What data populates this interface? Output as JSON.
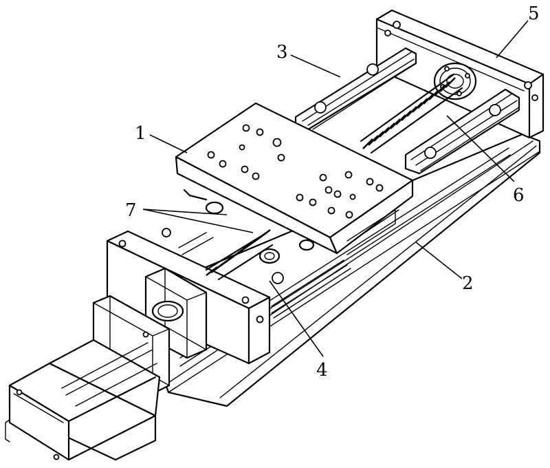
{
  "callouts": {
    "c1": "1",
    "c2": "2",
    "c3": "3",
    "c4": "4",
    "c5": "5",
    "c6": "6",
    "c7": "7"
  }
}
